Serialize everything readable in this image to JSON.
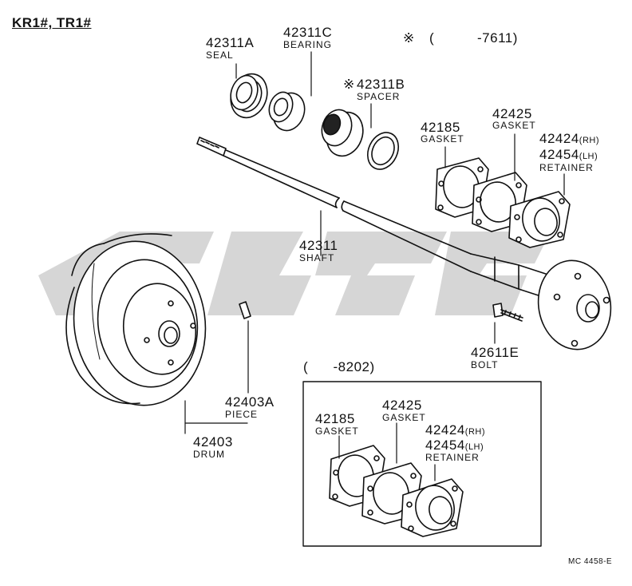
{
  "header": {
    "models": "KR1#, TR1#"
  },
  "notes": {
    "asterisk_range": {
      "mark": "※",
      "open": "(",
      "range": "-7611)"
    },
    "inset_range": "(      -8202)"
  },
  "parts": {
    "seal": {
      "number": "42311A",
      "name": "SEAL"
    },
    "bearing": {
      "number": "42311C",
      "name": "BEARING"
    },
    "spacer": {
      "mark": "※",
      "number": "42311B",
      "name": "SPACER"
    },
    "gasket_top": {
      "number": "42185",
      "name": "GASKET"
    },
    "gasket2_top": {
      "number": "42425",
      "name": "GASKET"
    },
    "retainer_top": {
      "number_rh": "42424",
      "suffix_rh": "(RH)",
      "number_lh": "42454",
      "suffix_lh": "(LH)",
      "name": "RETAINER"
    },
    "shaft": {
      "number": "42311",
      "name": "SHAFT"
    },
    "bolt": {
      "number": "42611E",
      "name": "BOLT"
    },
    "piece": {
      "number": "42403A",
      "name": "PIECE"
    },
    "drum": {
      "number": "42403",
      "name": "DRUM"
    },
    "gasket_inset": {
      "number": "42185",
      "name": "GASKET"
    },
    "gasket2_inset": {
      "number": "42425",
      "name": "GASKET"
    },
    "retainer_inset": {
      "number_rh": "42424",
      "suffix_rh": "(RH)",
      "number_lh": "42454",
      "suffix_lh": "(LH)",
      "name": "RETAINER"
    }
  },
  "footer": {
    "diagram_code": "MC 4458-E"
  },
  "colors": {
    "ink": "#111111",
    "watermark": "#d4d4d4"
  },
  "icons": [
    "watermark-logo"
  ]
}
